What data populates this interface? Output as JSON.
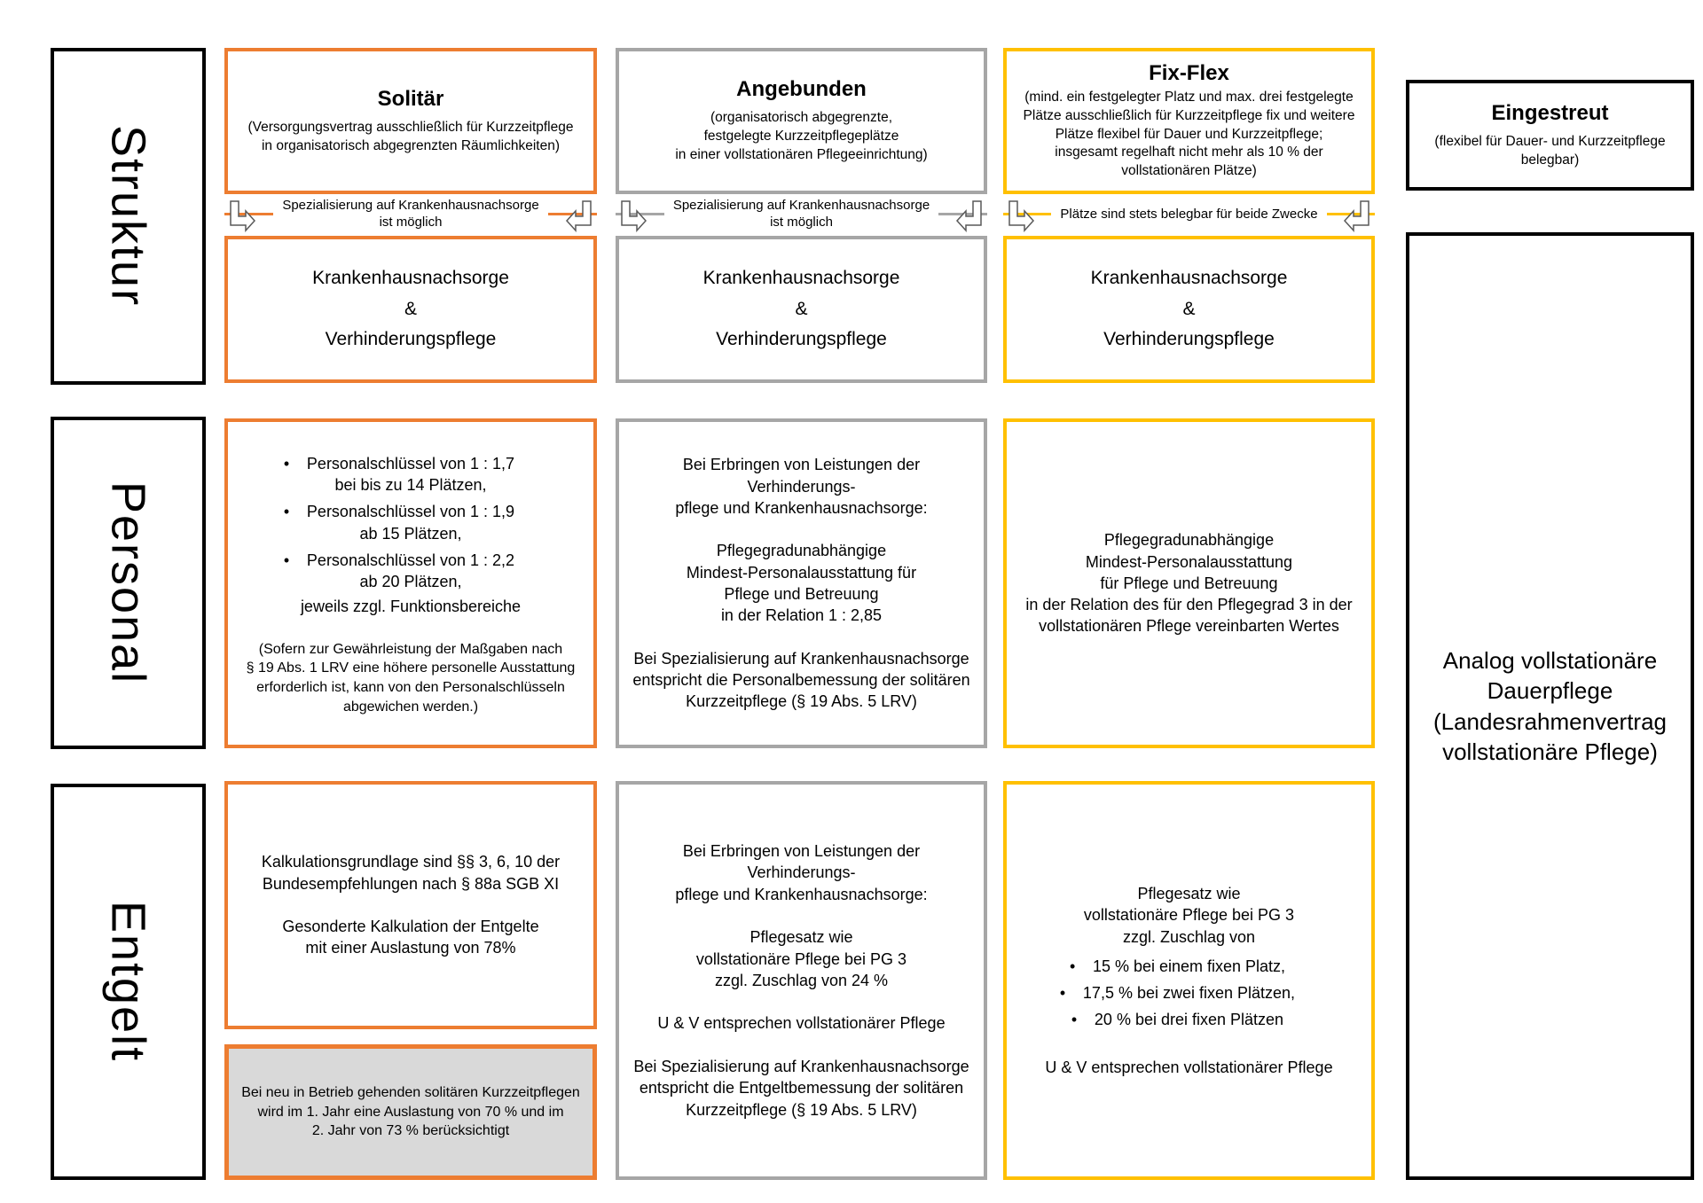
{
  "colors": {
    "solitaer_border": "#ED7D31",
    "angebunden_border": "#A6A6A6",
    "fixflex_border": "#FFC000",
    "eingestreut_border": "#000000",
    "note_box_fill": "#D9D9D9",
    "arrow_outline": "#595959"
  },
  "rows": {
    "struktur": "Struktur",
    "personal": "Personal",
    "entgelt": "Entgelt"
  },
  "solitaer": {
    "title": "Solitär",
    "subtitle": "(Versorgungsvertrag ausschließlich für Kurzzeitpflege\nin organisatorisch abgegrenzten Räumlichkeiten)",
    "banner": "Spezialisierung auf Krankenhausnachsorge\nist möglich",
    "struktur_body": "Krankenhausnachsorge\n&\nVerhinderungspflege",
    "personal": {
      "bullets": [
        "Personalschlüssel von 1 : 1,7\nbei bis zu 14 Plätzen,",
        "Personalschlüssel von 1 : 1,9\nab 15 Plätzen,",
        "Personalschlüssel von 1 : 2,2\nab 20 Plätzen,"
      ],
      "after_bullets": "jeweils zzgl. Funktionsbereiche",
      "note": "(Sofern zur Gewährleistung der Maßgaben nach\n§ 19 Abs. 1 LRV eine höhere personelle Ausstattung\nerforderlich ist, kann von den Personalschlüsseln\nabgewichen werden.)"
    },
    "entgelt": {
      "main": "Kalkulationsgrundlage sind §§ 3, 6, 10 der\nBundesempfehlungen nach § 88a SGB XI\n\nGesonderte Kalkulation der Entgelte\nmit einer Auslastung von 78%",
      "note": "Bei neu in Betrieb gehenden solitären Kurzzeitpflegen\nwird im 1. Jahr eine Auslastung von 70 % und im\n2. Jahr von 73 % berücksichtigt"
    }
  },
  "angebunden": {
    "title": "Angebunden",
    "subtitle": "(organisatorisch abgegrenzte,\nfestgelegte Kurzzeitpflegeplätze\nin einer vollstationären Pflegeeinrichtung)",
    "banner": "Spezialisierung auf Krankenhausnachsorge\nist möglich",
    "struktur_body": "Krankenhausnachsorge\n&\nVerhinderungspflege",
    "personal": "Bei Erbringen von Leistungen der Verhinderungs-\npflege und Krankenhausnachsorge:\n\nPflegegradunabhängige\nMindest-Personalausstattung für\nPflege und Betreuung\nin der Relation 1 : 2,85\n\nBei Spezialisierung auf Krankenhausnachsorge\nentspricht die Personalbemessung der solitären\nKurzzeitpflege (§ 19 Abs. 5 LRV)",
    "entgelt": "Bei Erbringen von Leistungen der Verhinderungs-\npflege und Krankenhausnachsorge:\n\nPflegesatz wie\nvollstationäre Pflege bei PG 3\nzzgl. Zuschlag von 24 %\n\nU & V entsprechen vollstationärer Pflege\n\nBei Spezialisierung auf Krankenhausnachsorge\nentspricht die Entgeltbemessung der solitären\nKurzzeitpflege (§ 19 Abs. 5 LRV)"
  },
  "fixflex": {
    "title": "Fix-Flex",
    "subtitle": "(mind. ein festgelegter Platz und max. drei festgelegte\nPlätze ausschließlich für Kurzzeitpflege fix und weitere\nPlätze flexibel für Dauer und Kurzzeitpflege;\ninsgesamt regelhaft nicht mehr als 10 % der\nvollstationären Plätze)",
    "banner": "Plätze sind stets belegbar für beide Zwecke",
    "struktur_body": "Krankenhausnachsorge\n&\nVerhinderungspflege",
    "personal": "Pflegegradunabhängige\nMindest-Personalausstattung\nfür Pflege und Betreuung\nin der Relation des für den Pflegegrad 3 in der\nvollstationären Pflege vereinbarten Wertes",
    "entgelt": {
      "intro": "Pflegesatz wie\nvollstationäre Pflege bei PG 3\nzzgl. Zuschlag von",
      "bullets": [
        "15 % bei einem fixen Platz,",
        "17,5 % bei zwei fixen Plätzen,",
        "20 % bei drei fixen Plätzen"
      ],
      "outro": "U & V entsprechen vollstationärer Pflege"
    }
  },
  "eingestreut": {
    "title": "Eingestreut",
    "subtitle": "(flexibel für Dauer- und Kurzzeitpflege\nbelegbar)",
    "body": "Analog vollstationäre\nDauerpflege\n(Landesrahmenvertrag\nvollstationäre Pflege)"
  }
}
